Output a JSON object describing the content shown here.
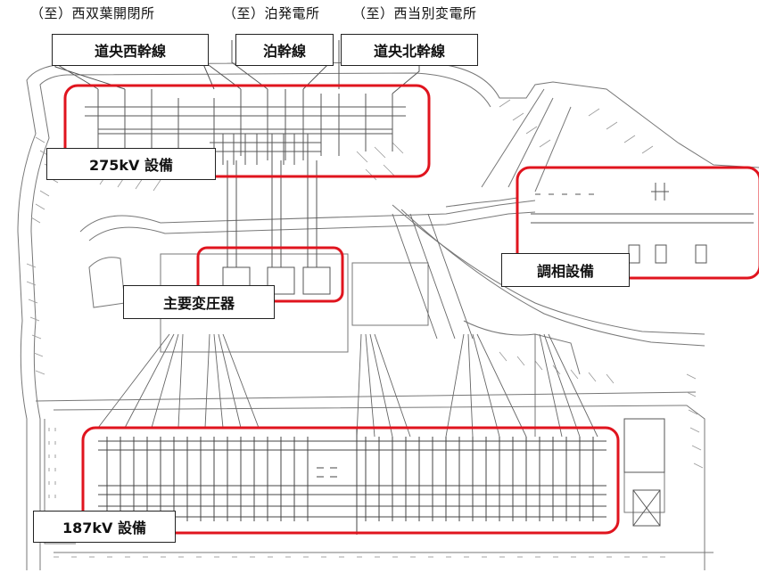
{
  "header": {
    "dest_1": "（至）西双葉開閉所",
    "dest_2": "（至）泊発電所",
    "dest_3": "（至）西当別変電所"
  },
  "lines": {
    "line_1": "道央西幹線",
    "line_2": "泊幹線",
    "line_3": "道央北幹線"
  },
  "areas": {
    "kv275": "275kV 設備",
    "transformer": "主要変圧器",
    "phase": "調相設備",
    "kv187": "187kV 設備"
  },
  "colors": {
    "highlight": "#e0141e",
    "linework": "#555555"
  }
}
